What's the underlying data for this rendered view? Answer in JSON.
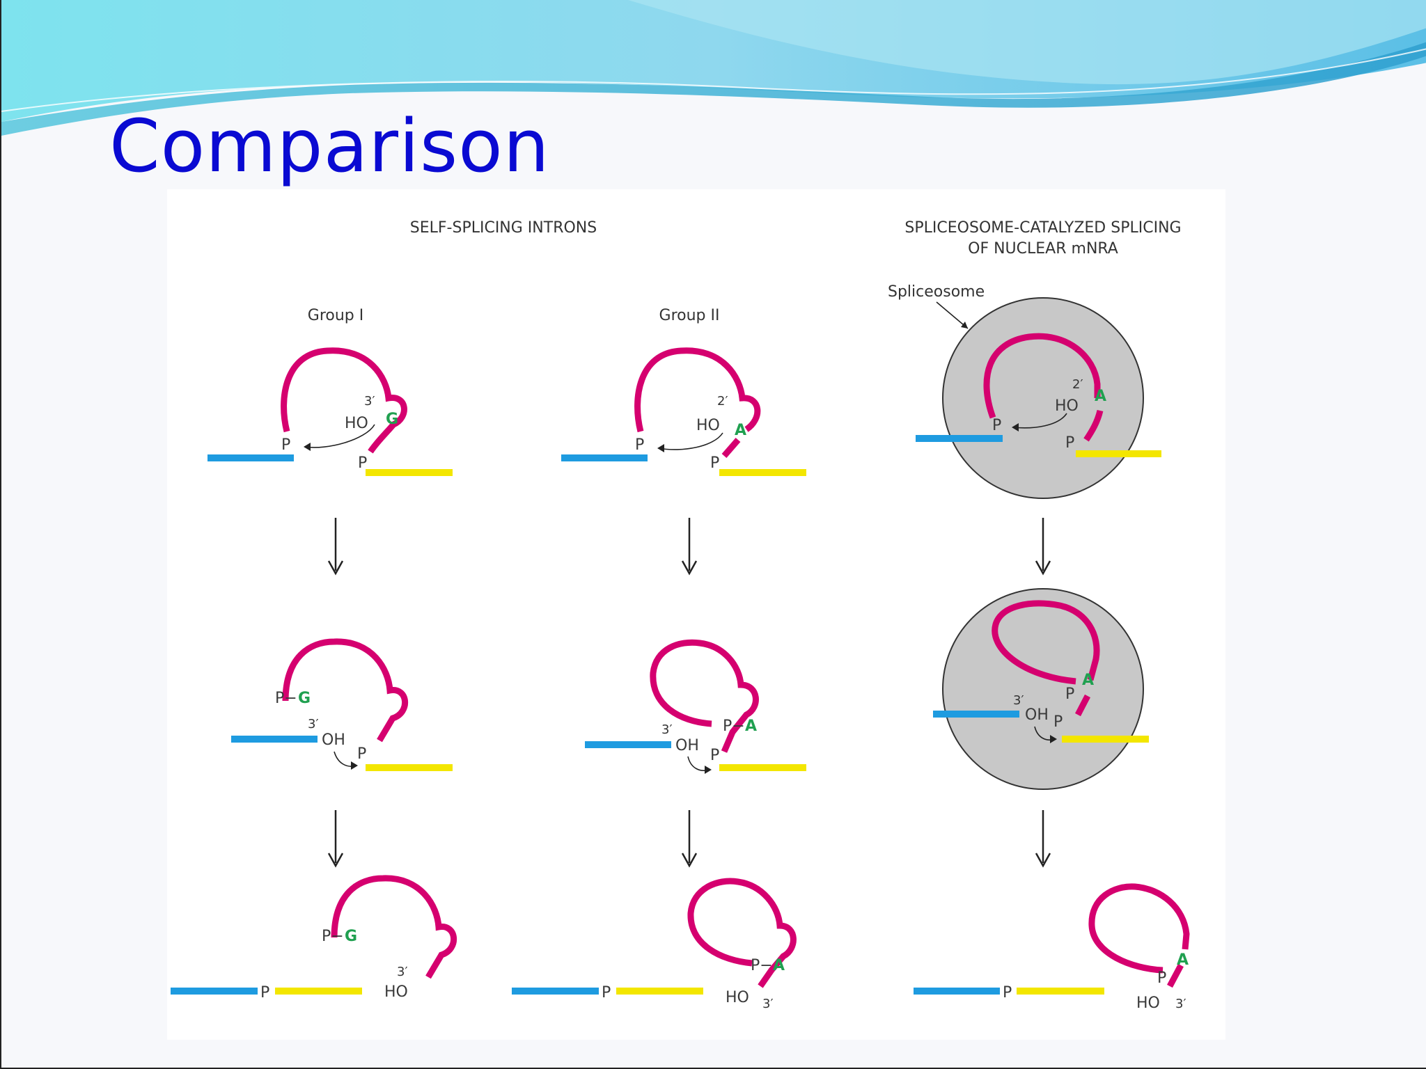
{
  "slide": {
    "title": "Comparison"
  },
  "figure": {
    "header_self_splicing": "SELF-SPLICING INTRONS",
    "header_spliceosome_line1": "SPLICEOSOME-CATALYZED SPLICING",
    "header_spliceosome_line2": "OF NUCLEAR mNRA",
    "label_group1": "Group I",
    "label_group2": "Group II",
    "label_spliceosome": "Spliceosome",
    "glyph_P": "P",
    "glyph_G": "G",
    "glyph_A": "A",
    "glyph_HO": "HO",
    "glyph_OH": "OH",
    "glyph_3prime": "3′",
    "glyph_2prime": "2′",
    "glyph_PG": "P−",
    "colors": {
      "intron": "#d5006f",
      "exon1": "#1e9be0",
      "exon2": "#f3e600",
      "nucleotide": "#20a050",
      "spliceosome": "#c8c8c8",
      "title": "#0a0ad2"
    }
  }
}
